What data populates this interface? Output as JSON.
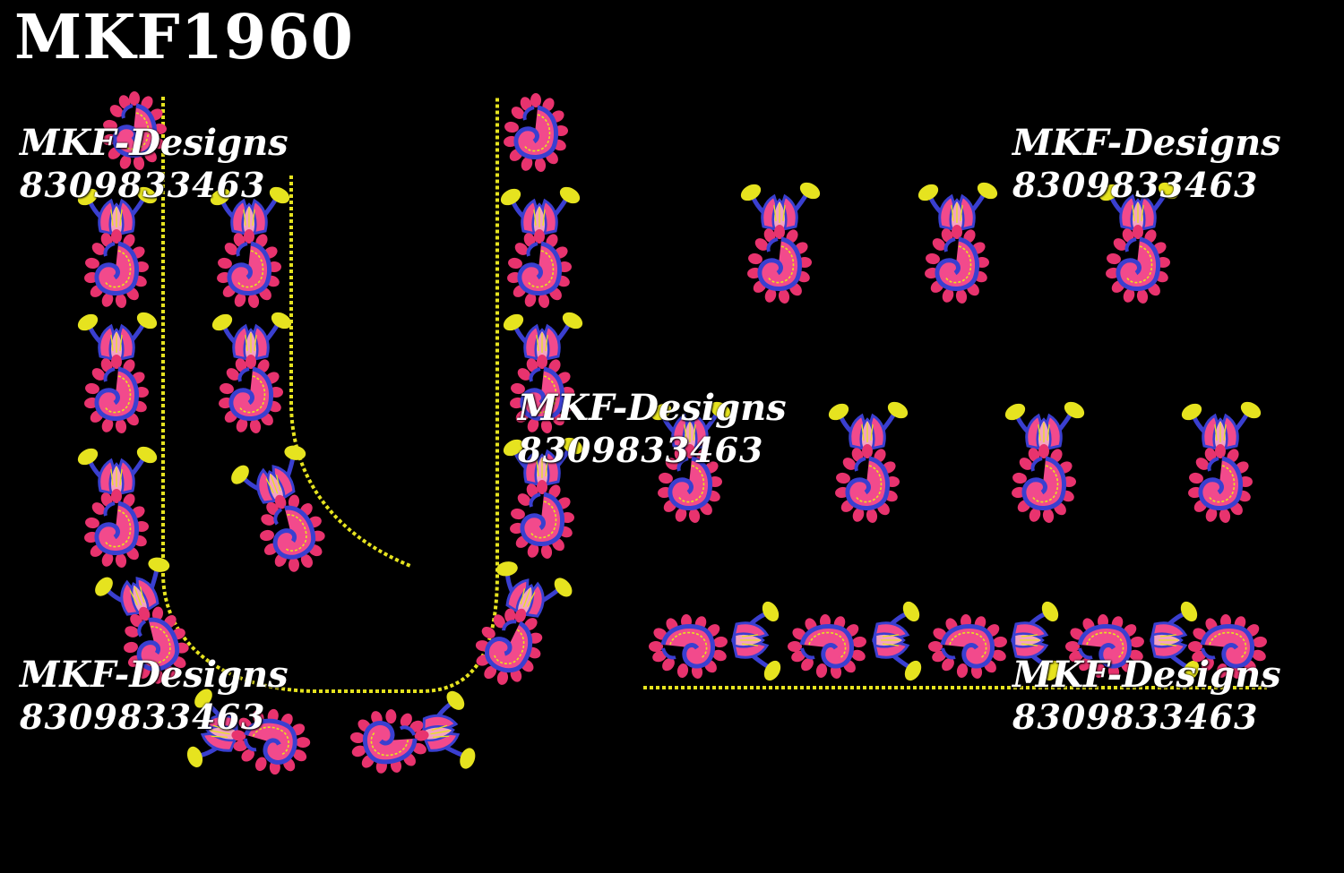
{
  "design_code": "MKF1960",
  "watermark": {
    "brand": "MKF-Designs",
    "phone": "8309833463"
  },
  "colors": {
    "background": "#000000",
    "petal": "#e8336e",
    "paisley_fill": "#f24a8c",
    "outline_blue": "#3a3fd0",
    "leaf_yellow": "#e6e31f",
    "zigzag_yellow": "#e6e31f",
    "text": "#ffffff"
  }
}
